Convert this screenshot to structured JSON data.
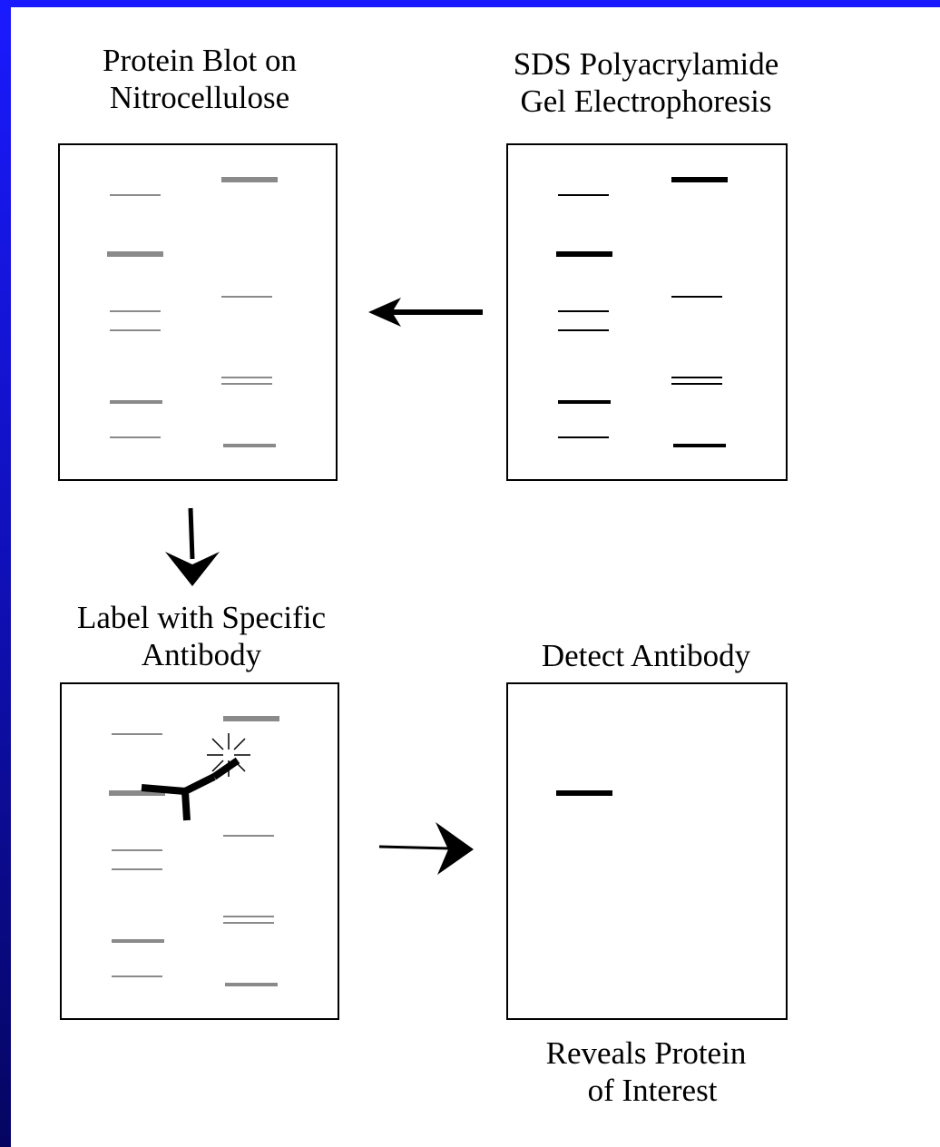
{
  "labels": {
    "protein_blot": [
      "Protein Blot on",
      "Nitrocellulose"
    ],
    "sds_page": [
      "SDS Polyacrylamide",
      "Gel Electrophoresis"
    ],
    "label_antibody": [
      "Label with Specific",
      "Antibody"
    ],
    "detect_antibody": [
      "Detect Antibody"
    ],
    "reveals": [
      "Reveals Protein",
      "of Interest"
    ]
  },
  "colors": {
    "background_top": "#1a1aff",
    "background_bottom": "#050560",
    "panel_fill": "#ffffff",
    "blot_band": "#8a8a8a",
    "gel_band": "#000000"
  }
}
